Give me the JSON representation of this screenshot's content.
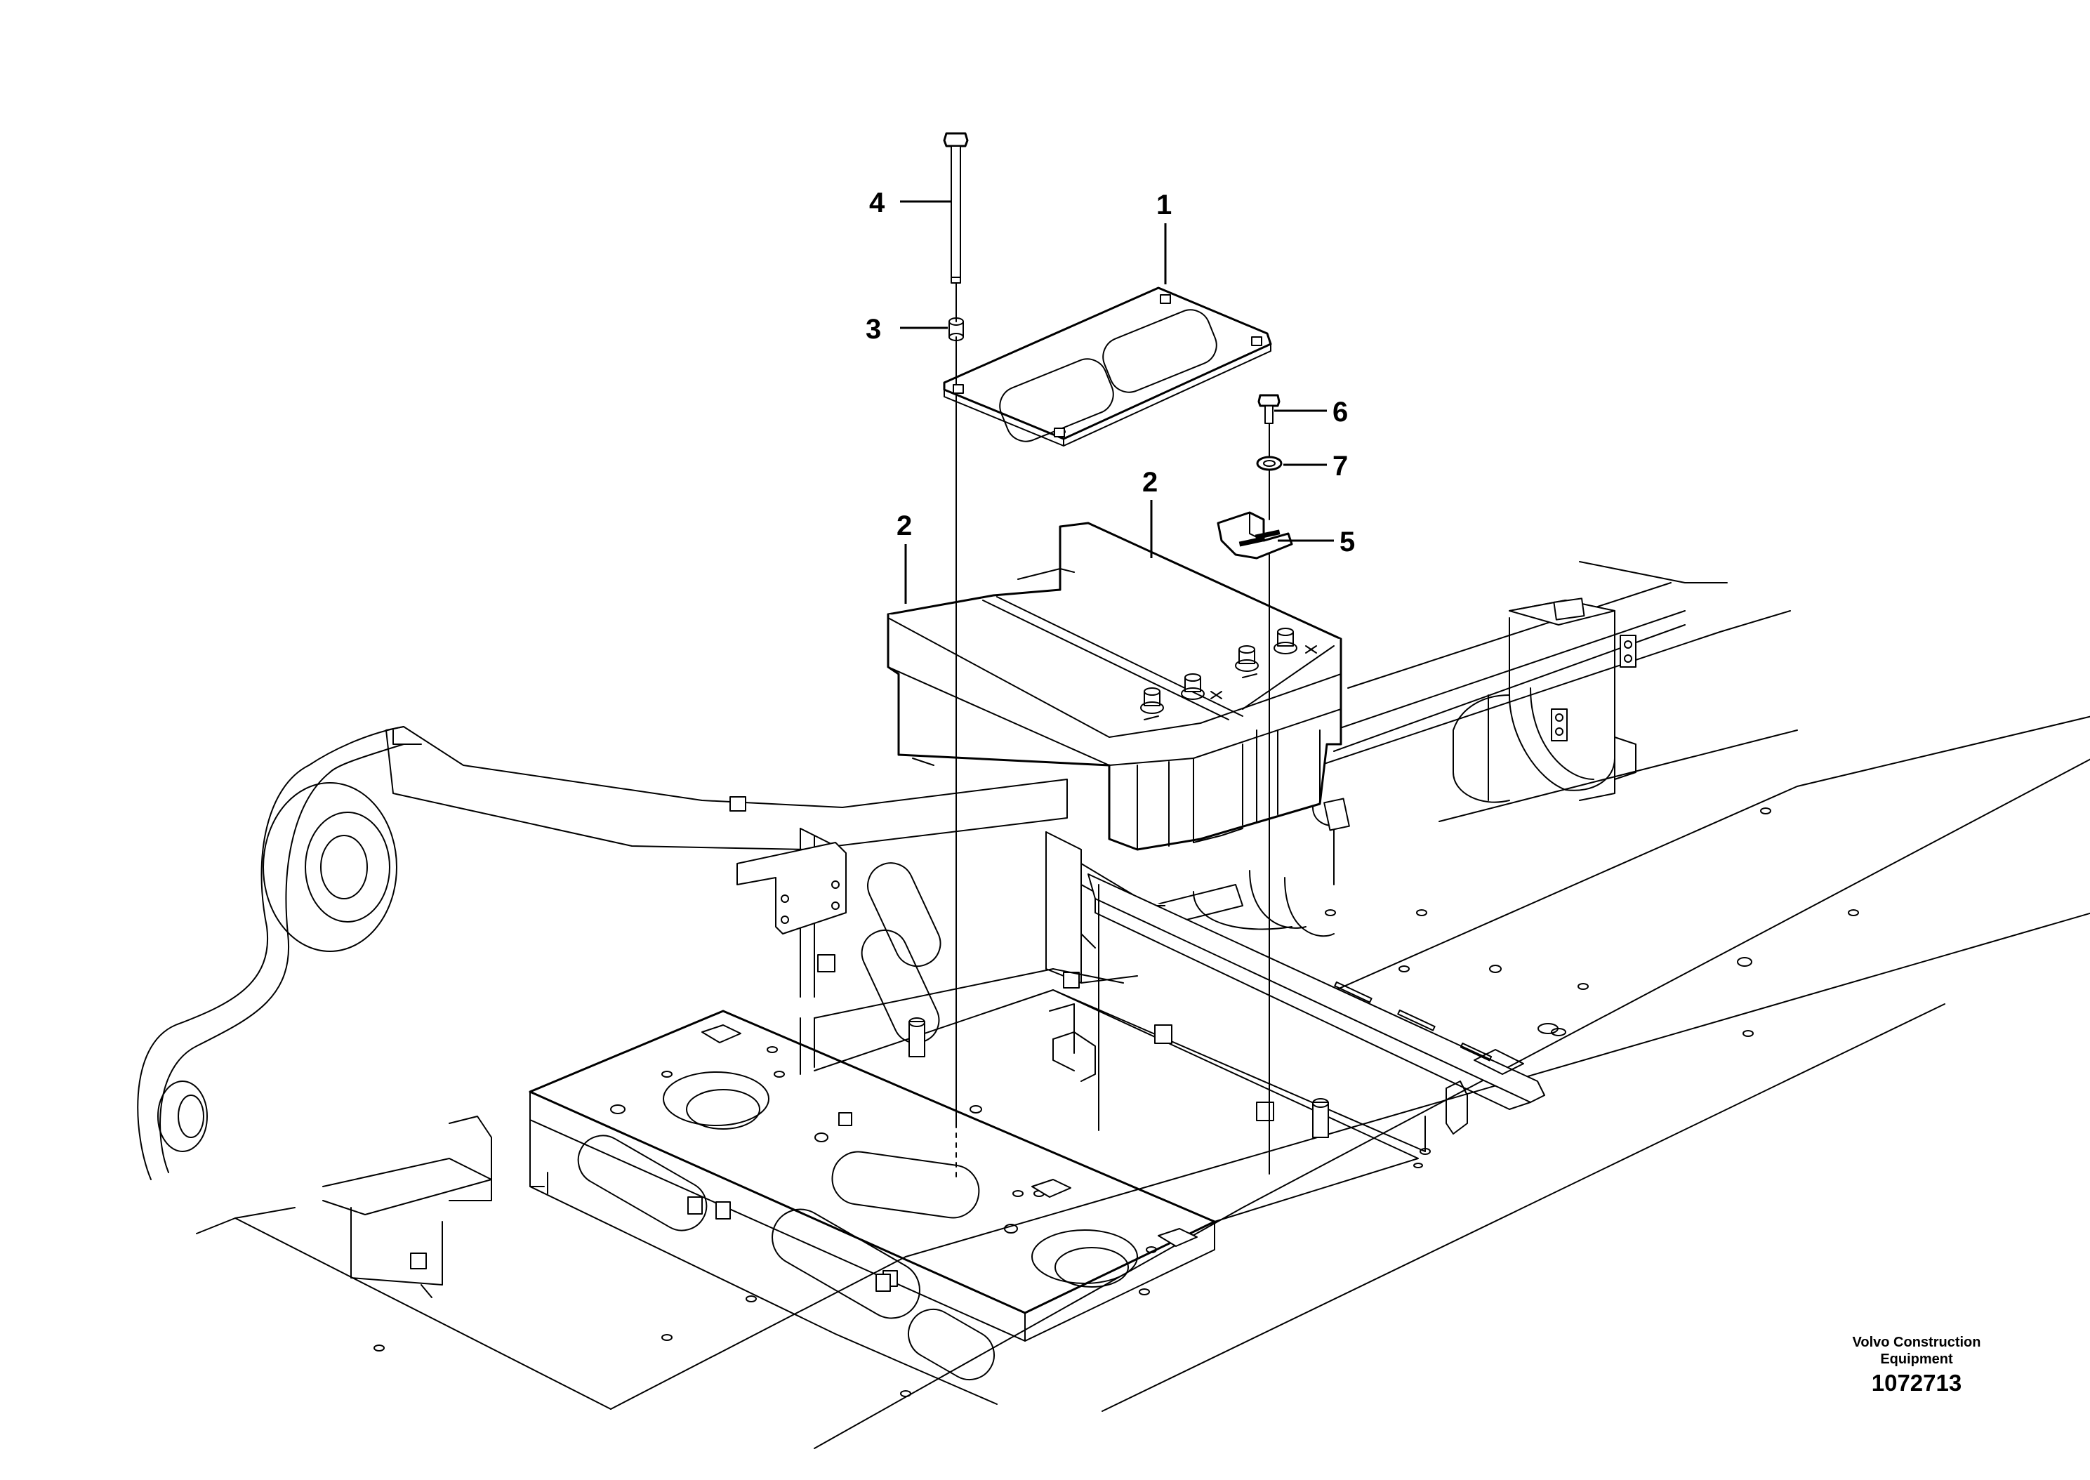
{
  "diagram": {
    "callouts": [
      {
        "id": "c1",
        "label": "1"
      },
      {
        "id": "c2a",
        "label": "2"
      },
      {
        "id": "c2b",
        "label": "2"
      },
      {
        "id": "c3",
        "label": "3"
      },
      {
        "id": "c4",
        "label": "4"
      },
      {
        "id": "c5",
        "label": "5"
      },
      {
        "id": "c6",
        "label": "6"
      },
      {
        "id": "c7",
        "label": "7"
      }
    ],
    "caption": {
      "manufacturer_line1": "Volvo Construction",
      "manufacturer_line2": "Equipment",
      "drawing_number": "1072713"
    }
  }
}
